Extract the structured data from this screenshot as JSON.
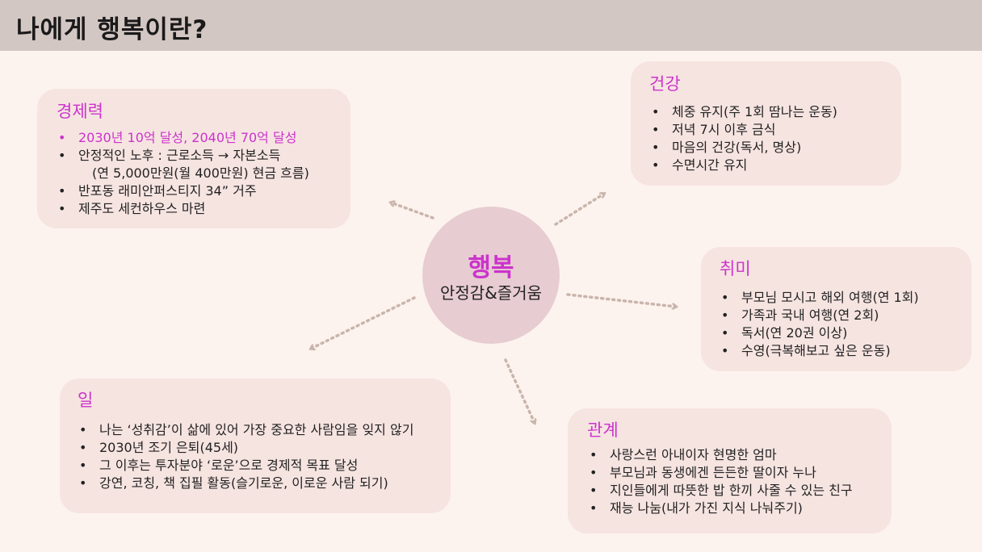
{
  "title": "나에게 행복이란?",
  "center": {
    "title": "행복",
    "subtitle": "안정감&즐거움"
  },
  "cards": {
    "economy": {
      "title": "경제력",
      "items": [
        "2030년 10억 달성, 2040년 70억 달성",
        "안정적인 노후 : 근로소득 → 자본소득",
        "(연 5,000만원(월 400만원) 현금 흐름)",
        "반포동 래미안퍼스티지 34” 거주",
        "제주도 세컨하우스 마련"
      ]
    },
    "health": {
      "title": "건강",
      "items": [
        "체중 유지(주 1회 땀나는 운동)",
        "저녁 7시 이후 금식",
        "마음의 건강(독서, 명상)",
        "수면시간 유지"
      ]
    },
    "hobby": {
      "title": "취미",
      "items": [
        "부모님 모시고 해외 여행(연 1회)",
        "가족과 국내 여행(연 2회)",
        "독서(연 20권 이상)",
        "수영(극복해보고 싶은 운동)"
      ]
    },
    "work": {
      "title": "일",
      "items": [
        "나는 ‘성취감’이 삶에 있어 가장 중요한 사람임을 잊지 않기",
        "2030년 조기 은퇴(45세)",
        "그 이후는 투자분야 ‘로운’으로 경제적 목표 달성",
        "강연, 코칭, 책 집필 활동(슬기로운, 이로운 사람 되기)"
      ]
    },
    "relation": {
      "title": "관계",
      "items": [
        "사랑스런 아내이자 현명한 엄마",
        "부모님과 동생에겐 든든한 딸이자 누나",
        "지인들에게 따뜻한 밥 한끼 사줄 수 있는 친구",
        "재능 나눔(내가 가진 지식 나눠주기)"
      ]
    }
  },
  "colors": {
    "header_bg": "#d3c7c3",
    "page_bg": "#fdf3ee",
    "card_bg": "#f6e4e1",
    "accent": "#cc33cc",
    "circle_bg": "#e7ccd1",
    "arrow": "#c9b5ac"
  }
}
